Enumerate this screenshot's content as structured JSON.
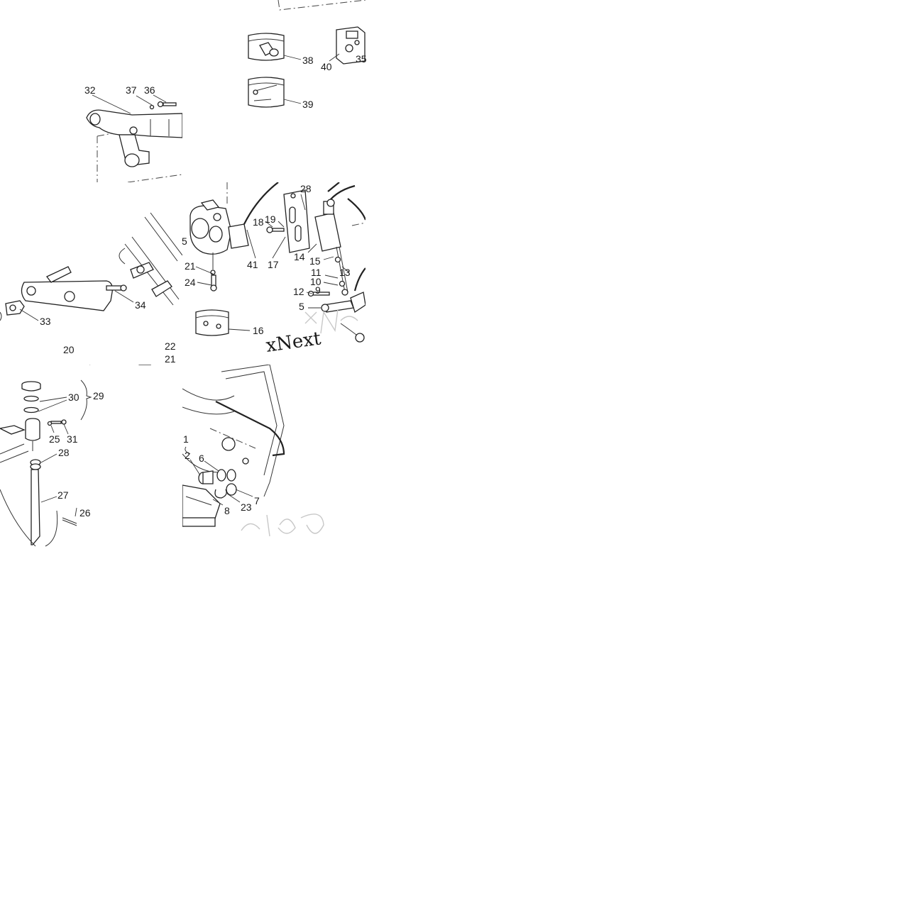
{
  "callouts": [
    {
      "id": "c38",
      "text": "38"
    },
    {
      "id": "c40",
      "text": "40"
    },
    {
      "id": "c35",
      "text": "35"
    },
    {
      "id": "c39",
      "text": "39"
    },
    {
      "id": "c32",
      "text": "32"
    },
    {
      "id": "c37",
      "text": "37"
    },
    {
      "id": "c36",
      "text": "36"
    },
    {
      "id": "c34",
      "text": "34"
    },
    {
      "id": "c33",
      "text": "33"
    },
    {
      "id": "c28a",
      "text": "28"
    },
    {
      "id": "c18",
      "text": "18"
    },
    {
      "id": "c19",
      "text": "19"
    },
    {
      "id": "c5a",
      "text": "5"
    },
    {
      "id": "c21a",
      "text": "21"
    },
    {
      "id": "c41",
      "text": "41"
    },
    {
      "id": "c17",
      "text": "17"
    },
    {
      "id": "c14",
      "text": "14"
    },
    {
      "id": "c15",
      "text": "15"
    },
    {
      "id": "c24",
      "text": "24"
    },
    {
      "id": "c11",
      "text": "11"
    },
    {
      "id": "c13",
      "text": "13"
    },
    {
      "id": "c10",
      "text": "10"
    },
    {
      "id": "c12",
      "text": "12"
    },
    {
      "id": "c9",
      "text": "9"
    },
    {
      "id": "c5b",
      "text": "5"
    },
    {
      "id": "c16",
      "text": "16"
    },
    {
      "id": "c20",
      "text": "20"
    },
    {
      "id": "c22",
      "text": "22"
    },
    {
      "id": "c21b",
      "text": "21"
    },
    {
      "id": "c30",
      "text": "30"
    },
    {
      "id": "c29",
      "text": "29"
    },
    {
      "id": "c25",
      "text": "25"
    },
    {
      "id": "c31",
      "text": "31"
    },
    {
      "id": "c28b",
      "text": "28"
    },
    {
      "id": "c27",
      "text": "27"
    },
    {
      "id": "c26",
      "text": "26"
    },
    {
      "id": "c1",
      "text": "1"
    },
    {
      "id": "c2",
      "text": "2"
    },
    {
      "id": "c6",
      "text": "6"
    },
    {
      "id": "c23",
      "text": "23"
    },
    {
      "id": "c7",
      "text": "7"
    },
    {
      "id": "c8",
      "text": "8"
    }
  ],
  "watermark": "xNext"
}
